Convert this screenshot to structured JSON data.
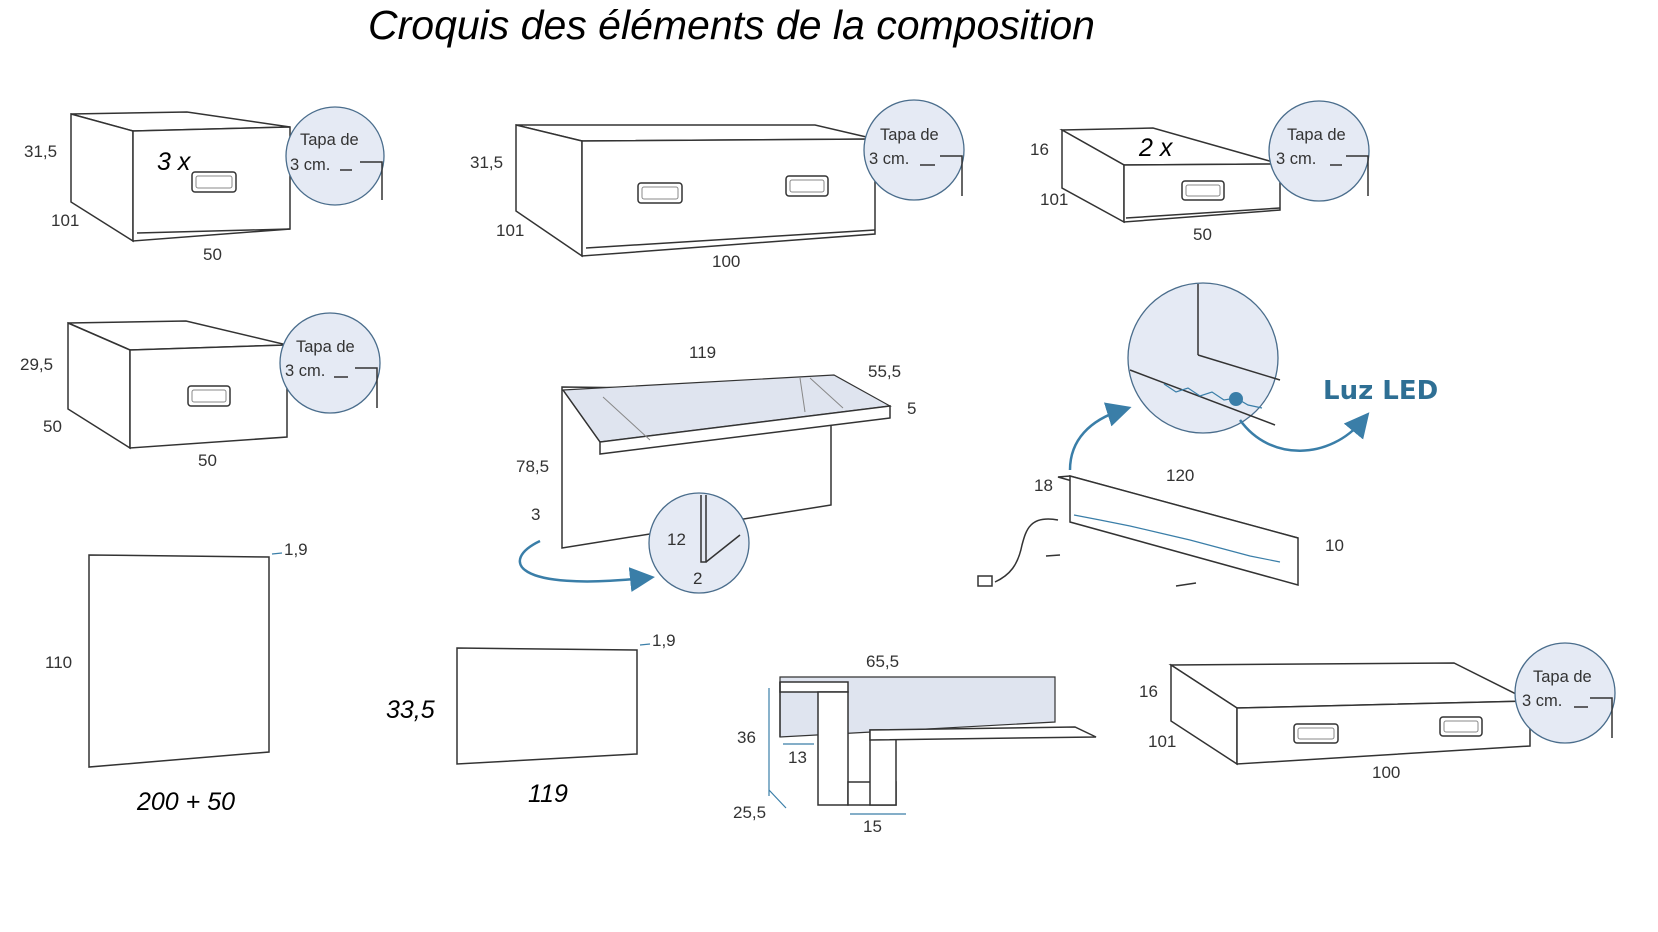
{
  "title": "Croquis des éléments de la composition",
  "zoom_text": {
    "line1": "Tapa de",
    "line2": "3 cm."
  },
  "units": {
    "drawer_tall": {
      "height": "31,5",
      "depth": "101",
      "width": "50",
      "quantity": "3 x"
    },
    "drawer_double": {
      "height": "31,5",
      "depth": "101",
      "width": "100"
    },
    "drawer_low": {
      "height": "16",
      "depth": "101",
      "width": "50",
      "quantity": "2 x"
    },
    "drawer_short": {
      "height": "29,5",
      "depth": "50",
      "width": "50"
    },
    "desk": {
      "width": "119",
      "depth": "55,5",
      "top_thickness": "5",
      "height": "78,5",
      "side": "3",
      "detail_height": "12",
      "detail_thickness": "2"
    },
    "led_shelf": {
      "height": "18",
      "width": "120",
      "depth": "10",
      "led_label": "Luz LED"
    },
    "panel_large": {
      "height": "110",
      "thickness": "1,9",
      "width": "200 + 50"
    },
    "panel_small": {
      "height": "33,5",
      "thickness": "1,9",
      "width": "119"
    },
    "shelf_unit": {
      "width": "65,5",
      "height": "36",
      "inner": "13",
      "depth": "25,5",
      "base": "15"
    },
    "drawer_wide_low": {
      "height": "16",
      "depth": "101",
      "width": "100"
    }
  }
}
